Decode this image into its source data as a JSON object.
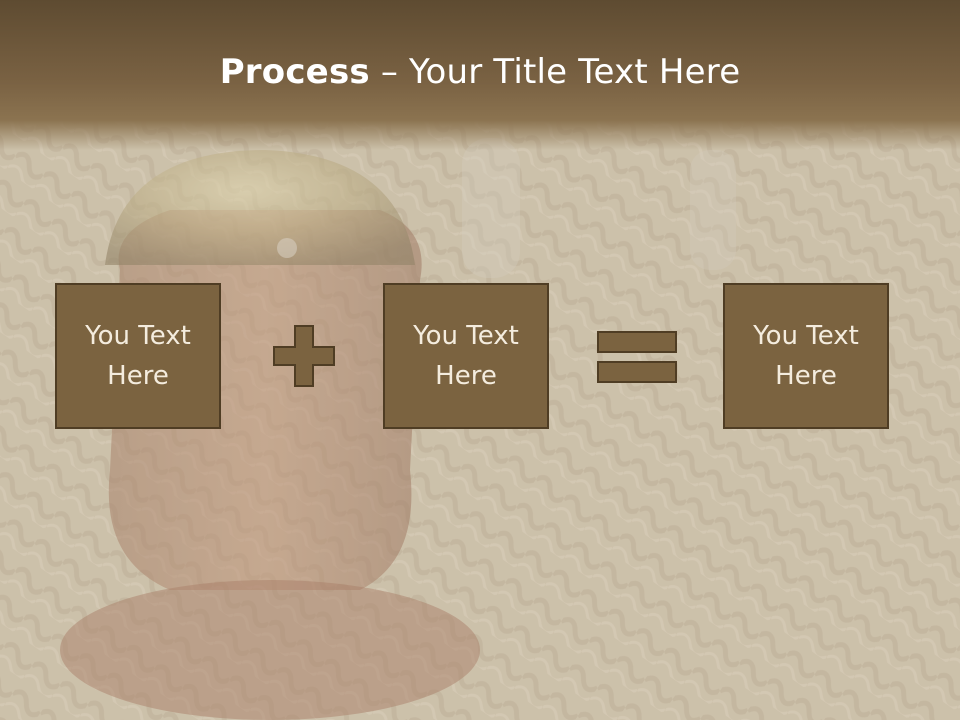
{
  "slide": {
    "title_bold": "Process",
    "title_rest": " – Your Title Text Here"
  },
  "boxes": [
    {
      "text": "You Text\nHere"
    },
    {
      "text": "You Text\nHere"
    },
    {
      "text": "You Text\nHere"
    }
  ],
  "operators": [
    "plus-icon",
    "equals-icon"
  ],
  "colors": {
    "header": "#6b5538",
    "box_fill": "#7b6340",
    "box_border": "#4f3d24",
    "box_text": "#f4ecde",
    "title_text": "#ffffff"
  }
}
